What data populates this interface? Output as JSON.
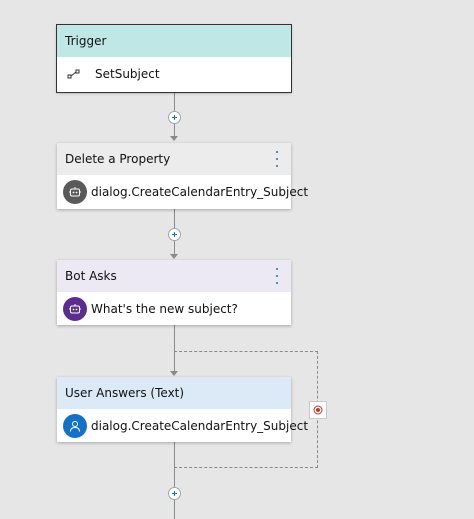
{
  "nodes": {
    "trigger": {
      "title": "Trigger",
      "body": "SetSubject",
      "header_color": "#bfe7e6"
    },
    "delete_property": {
      "title": "Delete a Property",
      "body": "dialog.CreateCalendarEntry_Subject",
      "header_color": "#ececec"
    },
    "bot_asks": {
      "title": "Bot Asks",
      "body": "What's the new subject?",
      "header_color": "#ece8f4"
    },
    "user_answers": {
      "title": "User Answers (Text)",
      "body": "dialog.CreateCalendarEntry_Subject",
      "header_color": "#dceaf8"
    }
  },
  "icons": {
    "trigger": "trigger-icon",
    "delete_property": "bot-icon",
    "bot_asks": "bot-icon",
    "user_answers": "user-icon",
    "loop": "target-icon",
    "add": "plus-icon",
    "menu": "kebab-menu-icon"
  },
  "colors": {
    "link": "#1f6fc6",
    "bot_gray": "#5a5a5a",
    "bot_purple": "#5c2d91",
    "user_blue": "#1471c6",
    "loop_red": "#c0392b"
  }
}
